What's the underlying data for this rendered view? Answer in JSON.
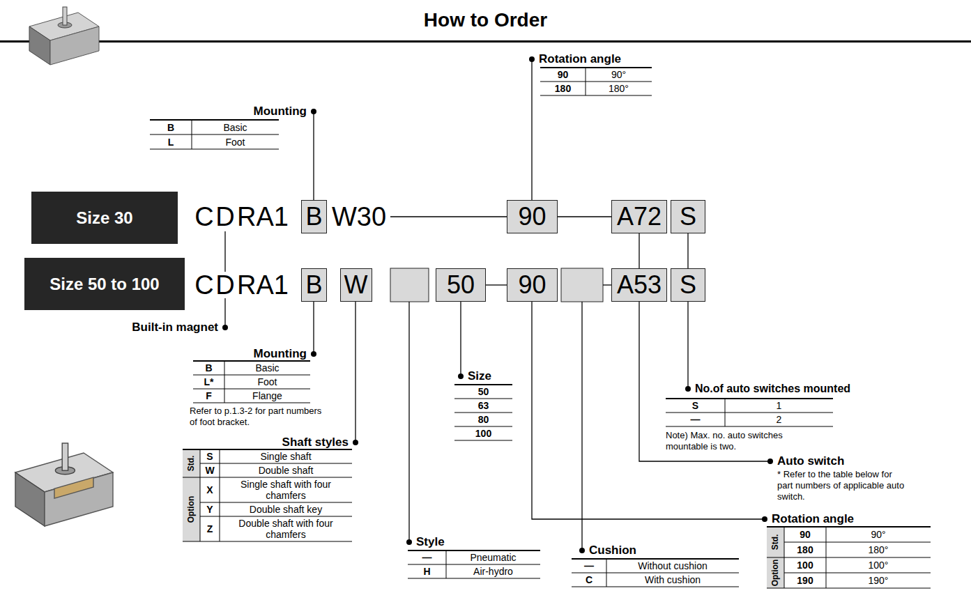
{
  "diagram": {
    "title": "How to Order",
    "nodes": [
      {
        "text": [
          "Size 30"
        ]
      },
      {
        "text": [
          "B"
        ]
      },
      {
        "text": [
          "90"
        ]
      },
      {
        "text": [
          "A72"
        ]
      },
      {
        "text": [
          "S"
        ]
      },
      {
        "text": [
          "Size 50 to 100"
        ]
      },
      {
        "text": [
          "B"
        ]
      },
      {
        "text": [
          "W"
        ]
      },
      {
        "text": [
          "50"
        ]
      },
      {
        "text": [
          "90"
        ]
      },
      {
        "text": [
          "A53"
        ]
      },
      {
        "text": [
          "S"
        ]
      }
    ],
    "edges": [
      {
        "from": 2,
        "to": 3,
        "arrow": "none"
      },
      {
        "from": 3,
        "to": 10,
        "arrow": "none"
      },
      {
        "from": 4,
        "to": 11,
        "arrow": "none"
      },
      {
        "from": 8,
        "to": 9,
        "arrow": "none"
      }
    ],
    "labels": [
      "C",
      "D",
      "RA1",
      "W30",
      "C",
      "D",
      "RA1",
      "Mounting",
      "B",
      "Basic",
      "L",
      "Foot",
      "Rotation angle",
      "90",
      "90°",
      "180",
      "180°",
      "Built-in magnet",
      "Mounting",
      "B",
      "Basic",
      "L*",
      "Foot",
      "F",
      "Flange",
      "Refer to p.1.3-2 for part numbers of foot bracket.",
      "Shaft styles",
      "Std.",
      "S",
      "Single shaft",
      "W",
      "Double shaft",
      "Option",
      "X",
      "Single shaft with four chamfers",
      "Y",
      "Double shaft key",
      "Z",
      "Double shaft with four chamfers",
      "Style",
      "—",
      "Pneumatic",
      "H",
      "Air-hydro",
      "Size",
      "50",
      "63",
      "80",
      "100",
      "Cushion",
      "—",
      "Without cushion",
      "C",
      "With cushion",
      "Rotation angle",
      "Std.",
      "90",
      "90°",
      "180",
      "180°",
      "Option",
      "100",
      "100°",
      "190",
      "190°",
      "No.of auto switches mounted",
      "S",
      "1",
      "—",
      "2",
      "Note) Max. no. auto switches mountable is two.",
      "Auto switch",
      "* Refer to the table below for part numbers of applicable auto switch."
    ]
  }
}
